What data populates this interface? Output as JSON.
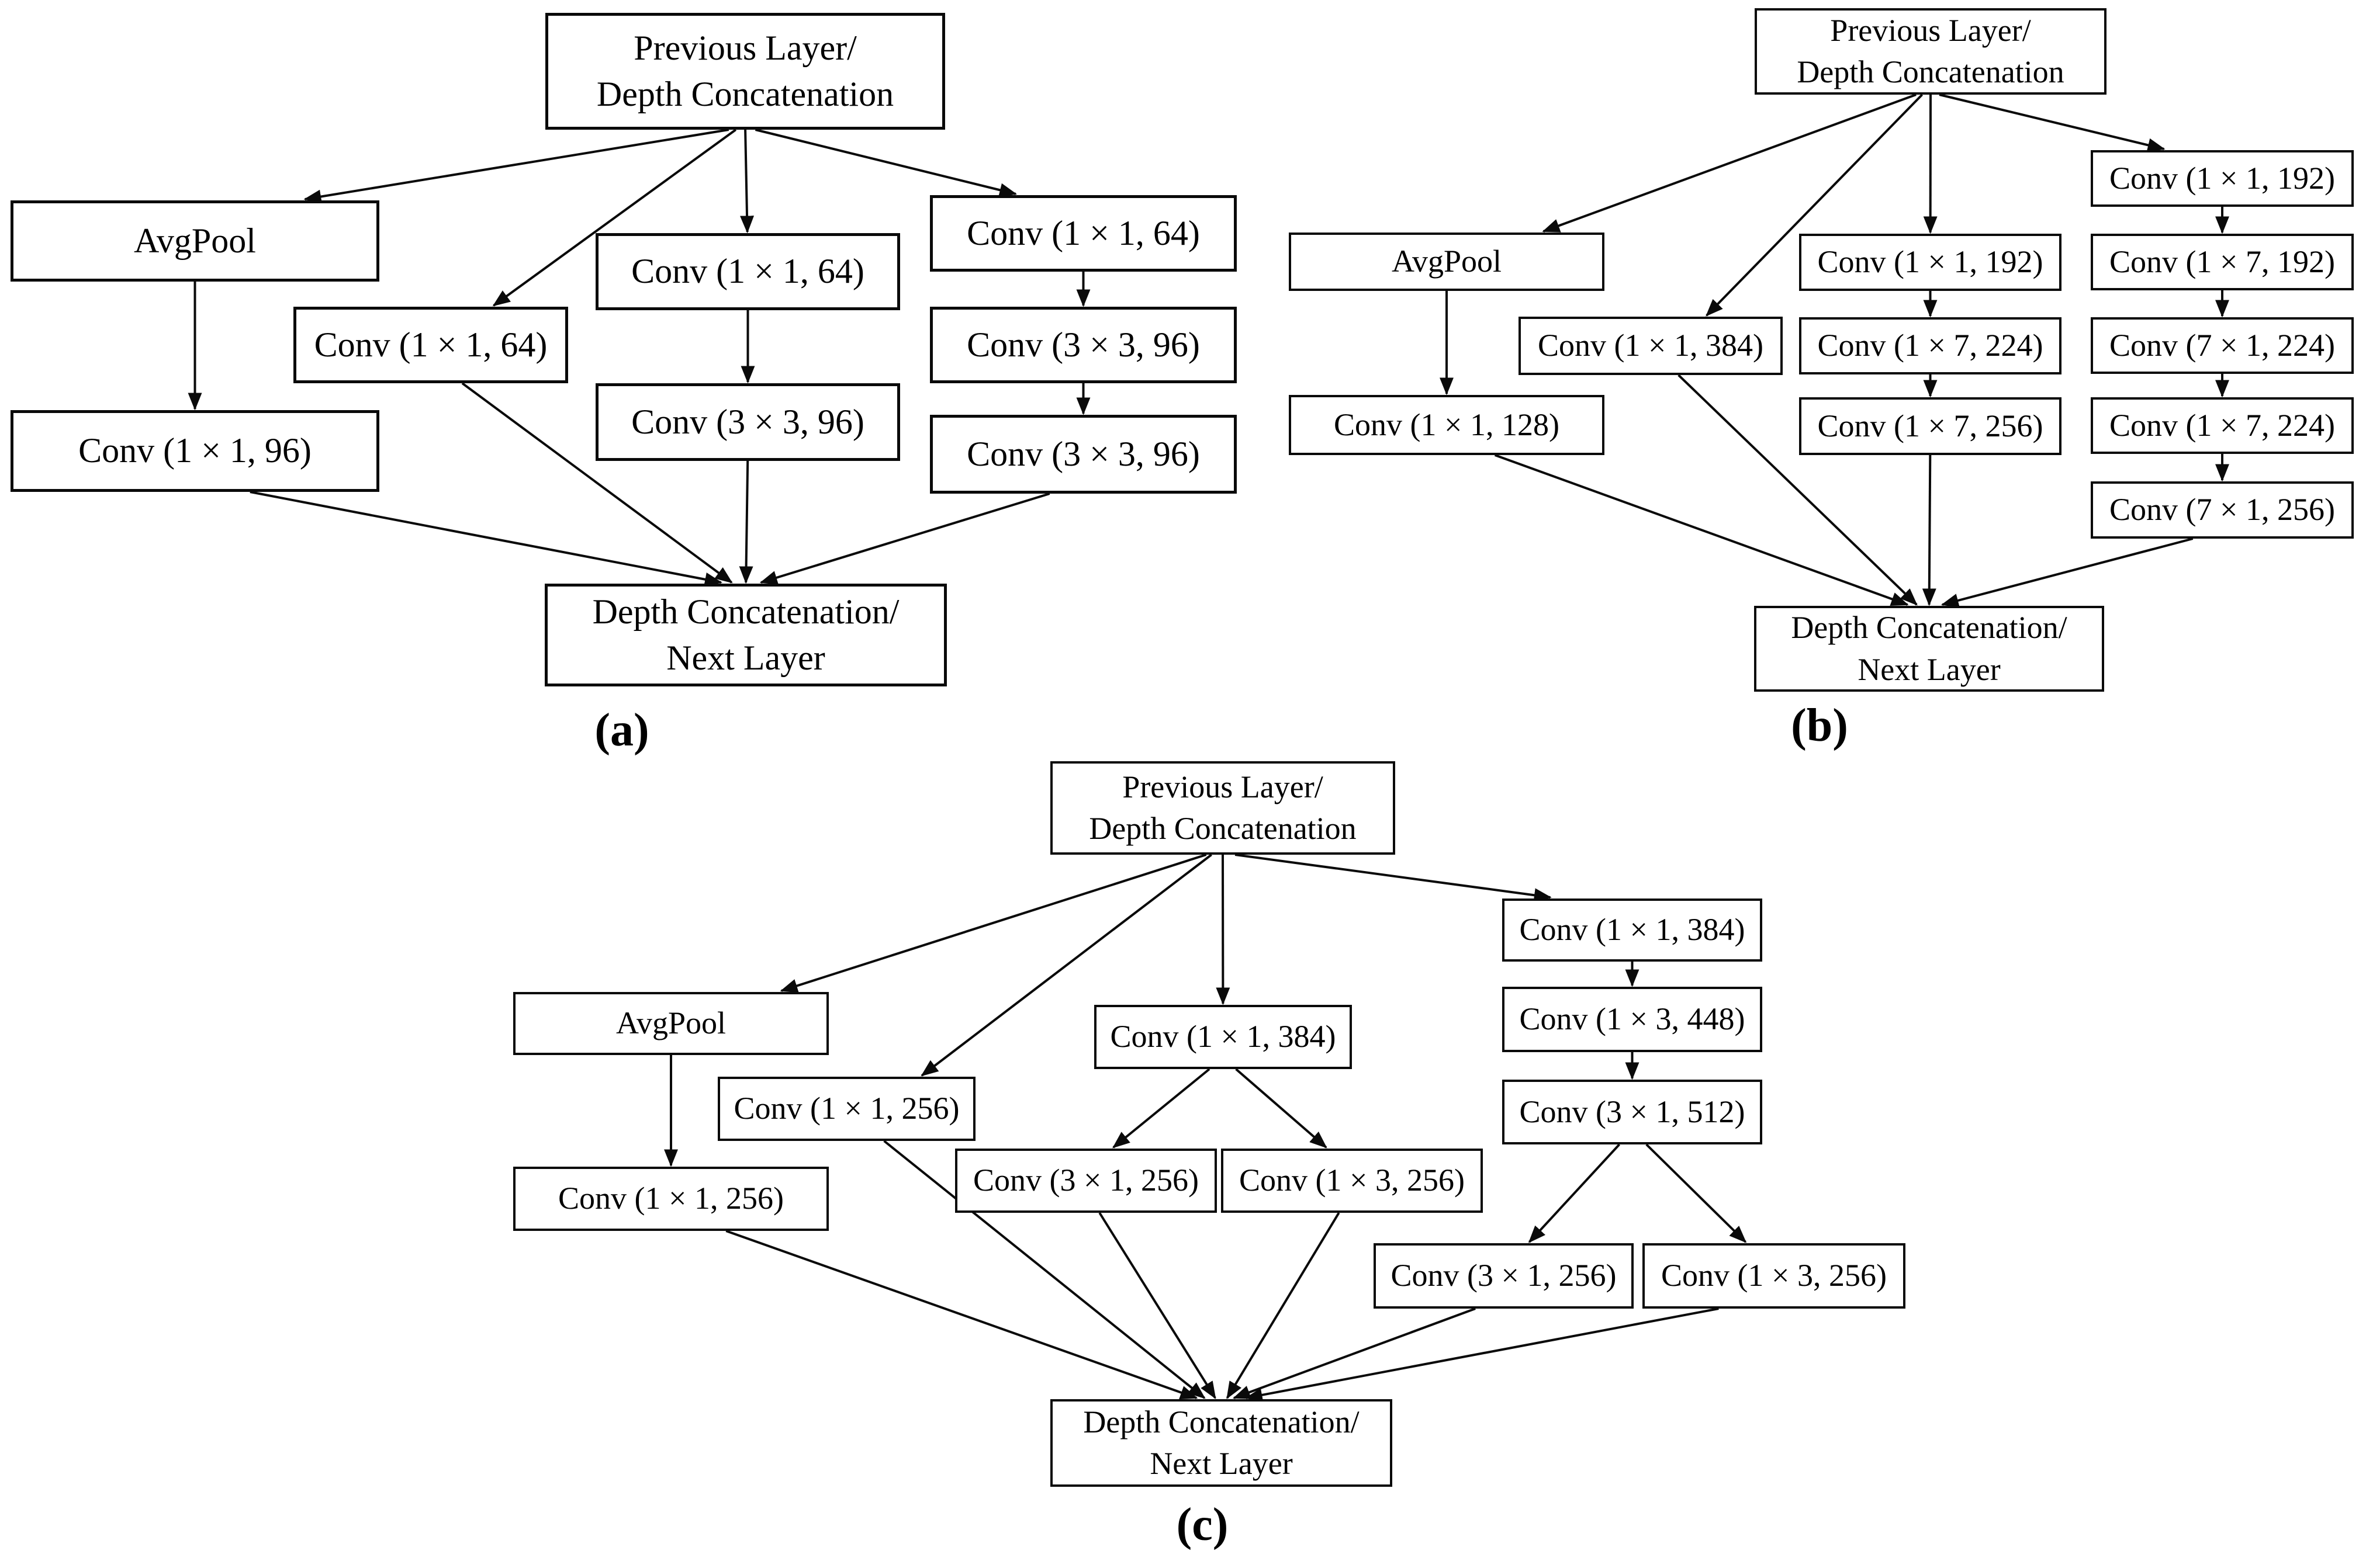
{
  "colors": {
    "background": "#ffffff",
    "box_border": "#000000",
    "arrow": "#0a0a0a",
    "text": "#000000"
  },
  "diagrams": {
    "a": {
      "label": "(a)",
      "nodes": {
        "prev": "Previous Layer/\nDepth Concatenation",
        "avgpool": "AvgPool",
        "b1_conv": "Conv (1 × 1, 96)",
        "b2_conv": "Conv (1 × 1, 64)",
        "b3_conv1": "Conv (1 × 1, 64)",
        "b3_conv2": "Conv (3 × 3, 96)",
        "b4_conv1": "Conv (1 × 1, 64)",
        "b4_conv2": "Conv (3 × 3, 96)",
        "b4_conv3": "Conv (3 × 3, 96)",
        "concat": "Depth Concatenation/\nNext Layer"
      },
      "edges": [
        [
          "prev",
          "avgpool"
        ],
        [
          "prev",
          "b2_conv"
        ],
        [
          "prev",
          "b3_conv1"
        ],
        [
          "prev",
          "b4_conv1"
        ],
        [
          "avgpool",
          "b1_conv"
        ],
        [
          "b3_conv1",
          "b3_conv2"
        ],
        [
          "b4_conv1",
          "b4_conv2"
        ],
        [
          "b4_conv2",
          "b4_conv3"
        ],
        [
          "b1_conv",
          "concat"
        ],
        [
          "b2_conv",
          "concat"
        ],
        [
          "b3_conv2",
          "concat"
        ],
        [
          "b4_conv3",
          "concat"
        ]
      ]
    },
    "b": {
      "label": "(b)",
      "nodes": {
        "prev": "Previous Layer/\nDepth Concatenation",
        "avgpool": "AvgPool",
        "b1_conv": "Conv (1 × 1, 128)",
        "b2_conv": "Conv (1 × 1, 384)",
        "b3_conv1": "Conv (1 × 1, 192)",
        "b3_conv2": "Conv (1 × 7, 224)",
        "b3_conv3": "Conv (1 × 7, 256)",
        "b4_conv1": "Conv (1 × 1, 192)",
        "b4_conv2": "Conv (1 × 7, 192)",
        "b4_conv3": "Conv (7 × 1, 224)",
        "b4_conv4": "Conv (1 × 7, 224)",
        "b4_conv5": "Conv (7 × 1, 256)",
        "concat": "Depth Concatenation/\nNext Layer"
      },
      "edges": [
        [
          "prev",
          "avgpool"
        ],
        [
          "prev",
          "b2_conv"
        ],
        [
          "prev",
          "b3_conv1"
        ],
        [
          "prev",
          "b4_conv1"
        ],
        [
          "avgpool",
          "b1_conv"
        ],
        [
          "b3_conv1",
          "b3_conv2"
        ],
        [
          "b3_conv2",
          "b3_conv3"
        ],
        [
          "b4_conv1",
          "b4_conv2"
        ],
        [
          "b4_conv2",
          "b4_conv3"
        ],
        [
          "b4_conv3",
          "b4_conv4"
        ],
        [
          "b4_conv4",
          "b4_conv5"
        ],
        [
          "b1_conv",
          "concat"
        ],
        [
          "b2_conv",
          "concat"
        ],
        [
          "b3_conv3",
          "concat"
        ],
        [
          "b4_conv5",
          "concat"
        ]
      ]
    },
    "c": {
      "label": "(c)",
      "nodes": {
        "prev": "Previous Layer/\nDepth Concatenation",
        "avgpool": "AvgPool",
        "b1_conv": "Conv (1 × 1, 256)",
        "b2_conv": "Conv (1 × 1, 256)",
        "b3_conv": "Conv (1 × 1, 384)",
        "b3_split1": "Conv (3 × 1, 256)",
        "b3_split2": "Conv (1 × 3, 256)",
        "b4_conv1": "Conv (1 × 1, 384)",
        "b4_conv2": "Conv (1 × 3, 448)",
        "b4_conv3": "Conv (3 × 1, 512)",
        "b4_split1": "Conv (3 × 1, 256)",
        "b4_split2": "Conv (1 × 3, 256)",
        "concat": "Depth Concatenation/\nNext Layer"
      },
      "edges": [
        [
          "prev",
          "avgpool"
        ],
        [
          "prev",
          "b2_conv"
        ],
        [
          "prev",
          "b3_conv"
        ],
        [
          "prev",
          "b4_conv1"
        ],
        [
          "avgpool",
          "b1_conv"
        ],
        [
          "b3_conv",
          "b3_split1"
        ],
        [
          "b3_conv",
          "b3_split2"
        ],
        [
          "b4_conv1",
          "b4_conv2"
        ],
        [
          "b4_conv2",
          "b4_conv3"
        ],
        [
          "b4_conv3",
          "b4_split1"
        ],
        [
          "b4_conv3",
          "b4_split2"
        ],
        [
          "b1_conv",
          "concat"
        ],
        [
          "b2_conv",
          "concat"
        ],
        [
          "b3_split1",
          "concat"
        ],
        [
          "b3_split2",
          "concat"
        ],
        [
          "b4_split1",
          "concat"
        ],
        [
          "b4_split2",
          "concat"
        ]
      ]
    }
  }
}
